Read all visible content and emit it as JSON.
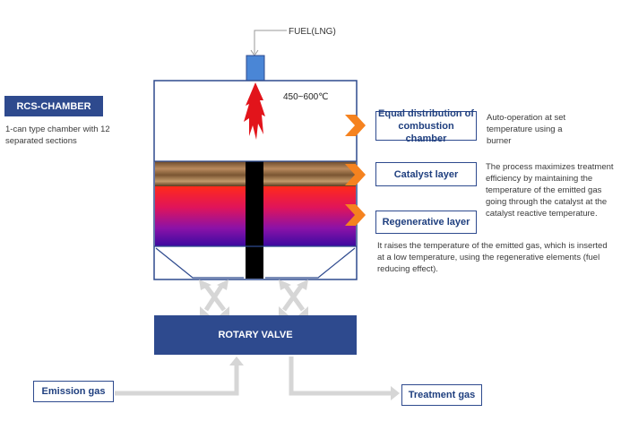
{
  "fuel": {
    "label": "FUEL(LNG)"
  },
  "chamber": {
    "title": "RCS-CHAMBER",
    "description": "1-can type chamber with 12 separated sections",
    "temperature": "450~600℃"
  },
  "labels": {
    "combustion": "Equal distribution of combustion chamber",
    "catalyst": "Catalyst layer",
    "regenerative": "Regenerative layer"
  },
  "descriptions": {
    "combustion": "Auto-operation at set temperature using a burner",
    "catalyst": "The process maximizes treatment efficiency by maintaining the temperature of the emitted gas going through the catalyst at the catalyst reactive temperature.",
    "regenerative": "It raises the temperature of the emitted gas, which is inserted at a low temperature, using the regenerative elements (fuel reducing effect)."
  },
  "rotary_valve": "ROTARY VALVE",
  "emission_gas": "Emission gas",
  "treatment_gas": "Treatment gas",
  "colors": {
    "accent_orange": "#f5821f",
    "navy": "#2e4a8e",
    "flame": "#e2141b",
    "arrow_gray": "#d0d0d0"
  }
}
